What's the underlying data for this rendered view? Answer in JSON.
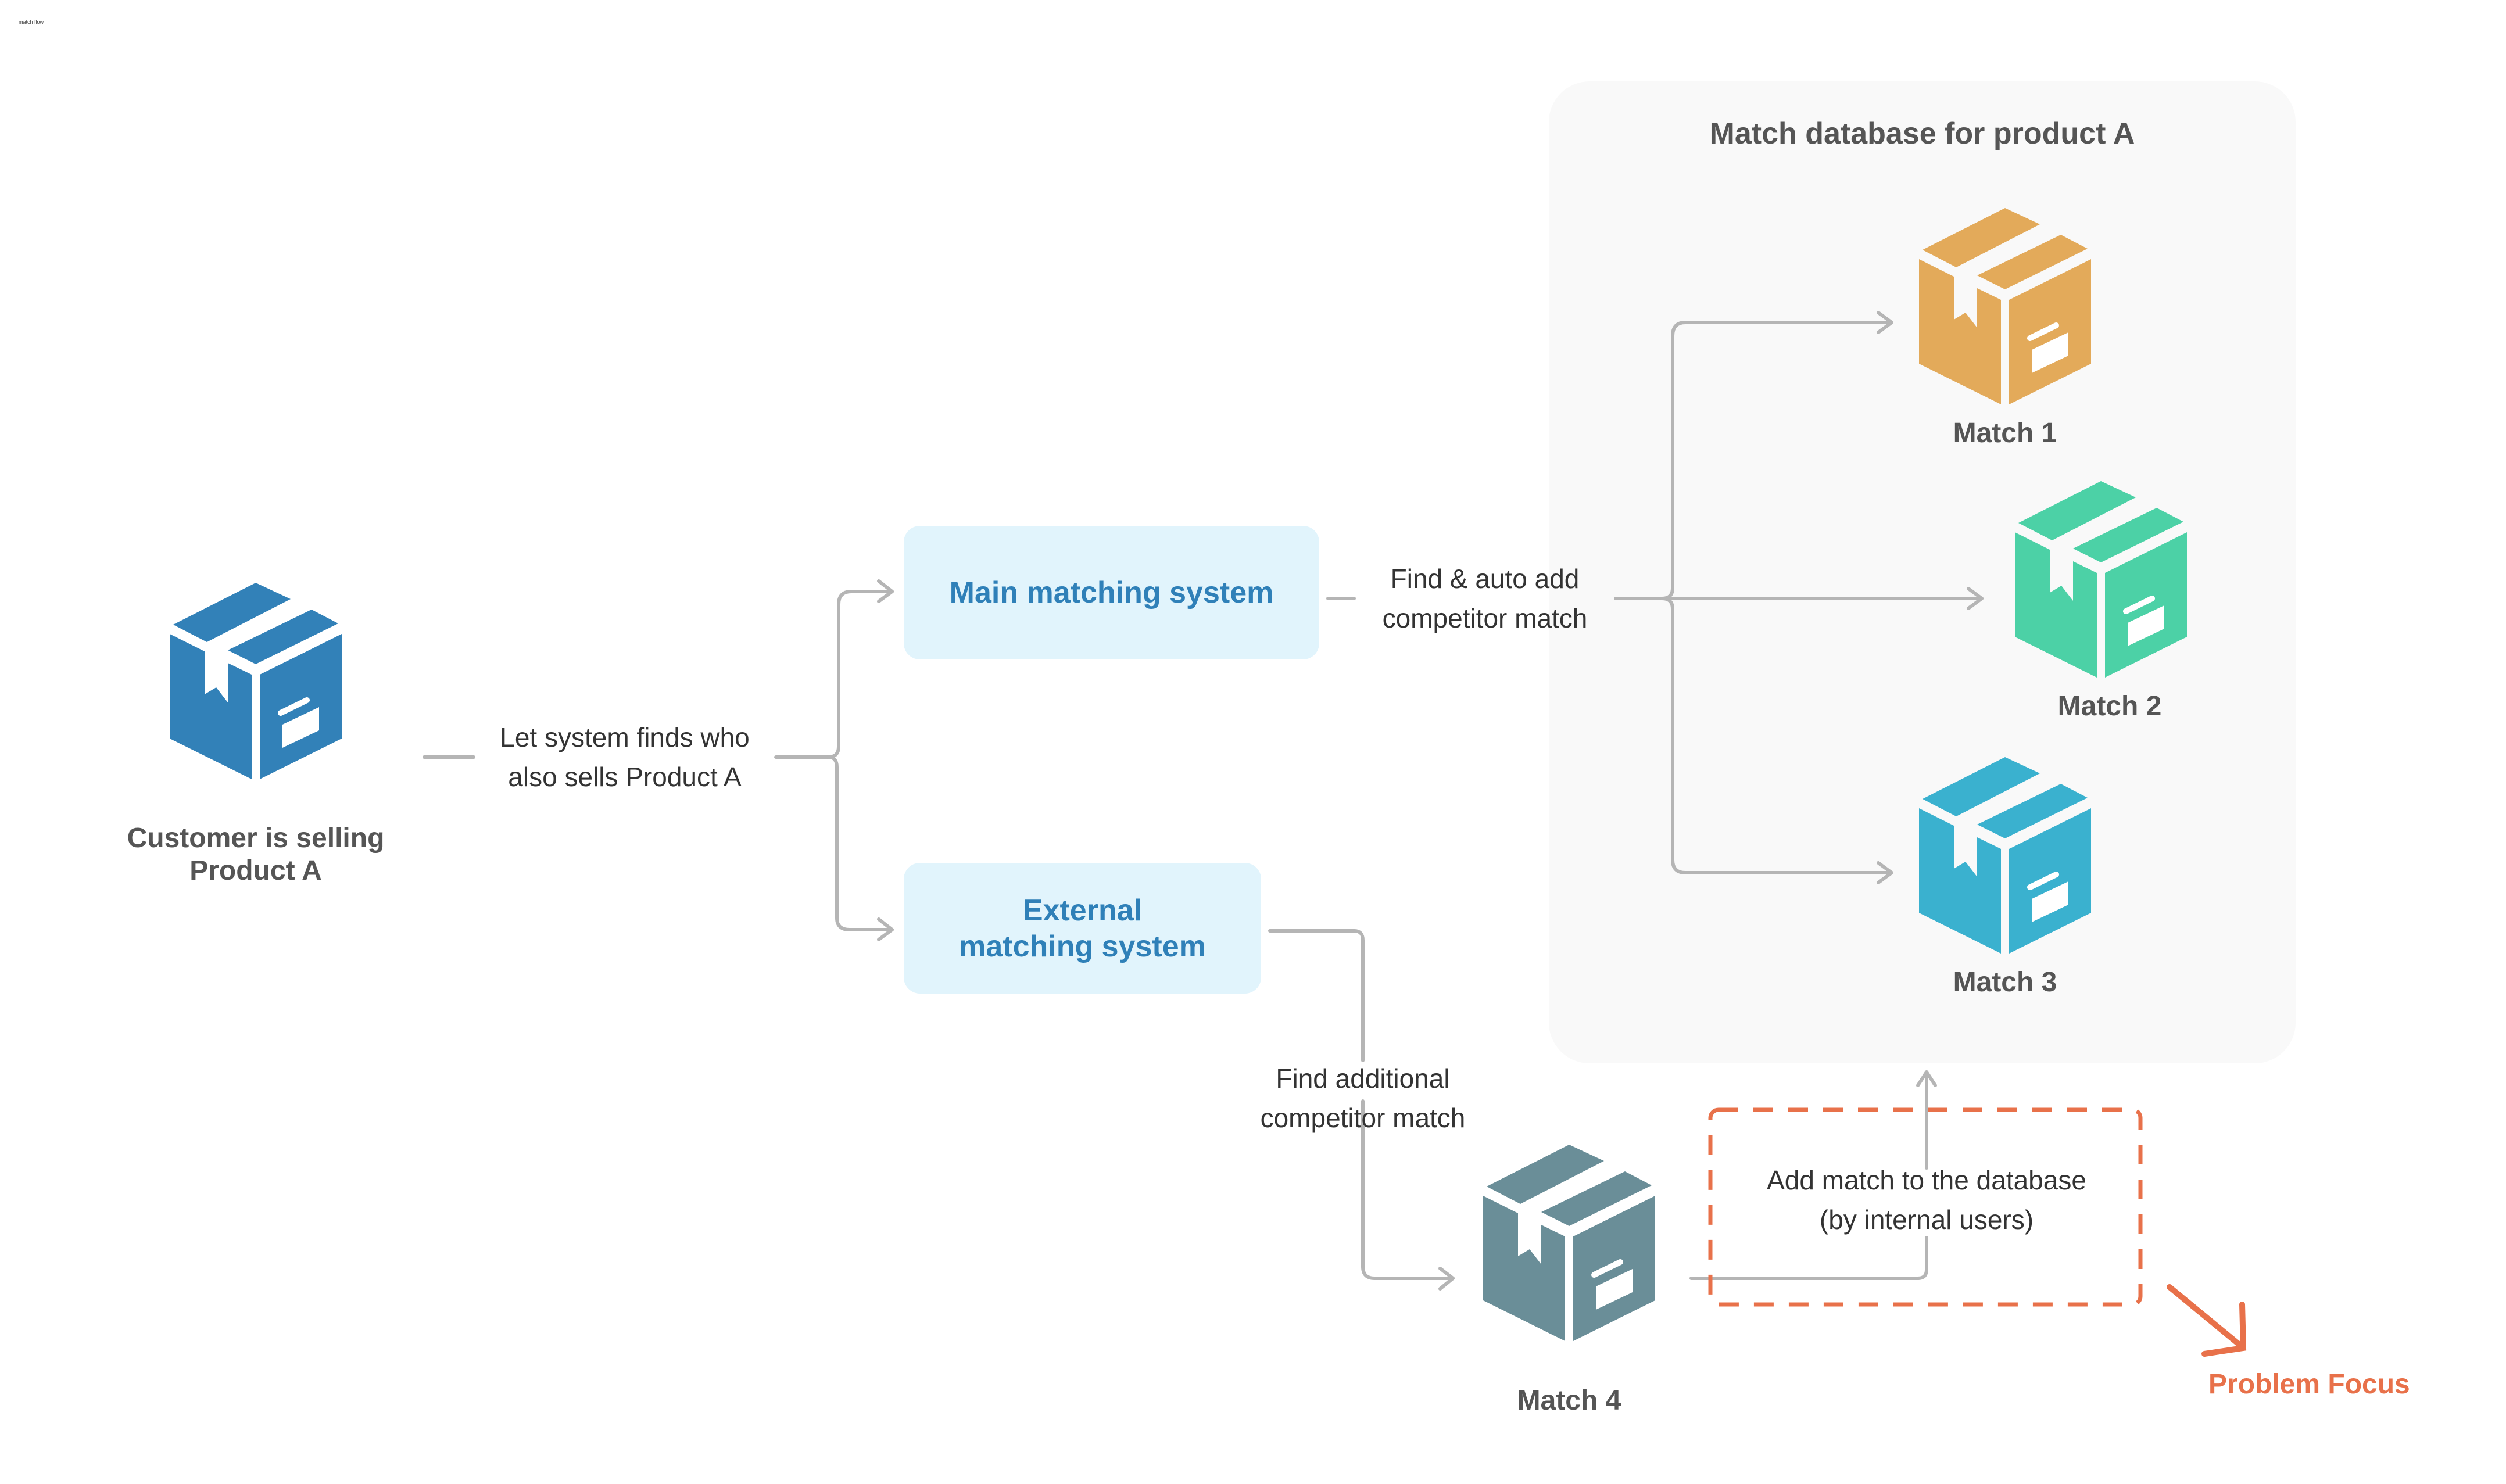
{
  "canvas": {
    "title": "match flow"
  },
  "colors": {
    "customer_box": "#3281b8",
    "match1": "#e3aa5a",
    "match2": "#4cd1a6",
    "match3": "#3ab1cf",
    "match4": "#6a8e98",
    "system_box_bg": "#e1f4fc",
    "system_box_text": "#2f80b8",
    "connector": "#b5b5b5",
    "problem_focus": "#e8714a",
    "panel_bg": "#f9f9f9"
  },
  "nodes": {
    "customer": {
      "icon": "package-box-icon",
      "label_line1": "Customer is selling",
      "label_line2": "Product A"
    },
    "main_system": {
      "label": "Main matching system"
    },
    "external_system": {
      "label_line1": "External",
      "label_line2": "matching system"
    },
    "match1": {
      "icon": "package-box-icon",
      "label": "Match 1"
    },
    "match2": {
      "icon": "package-box-icon",
      "label": "Match 2"
    },
    "match3": {
      "icon": "package-box-icon",
      "label": "Match 3"
    },
    "match4": {
      "icon": "package-box-icon",
      "label": "Match 4"
    }
  },
  "panel": {
    "title": "Match database for product A"
  },
  "edges": {
    "customer_to_systems": {
      "line1": "Let system finds who",
      "line2": "also sells Product A"
    },
    "main_to_matches": {
      "line1": "Find & auto add",
      "line2": "competitor match"
    },
    "external_to_match4": {
      "line1": "Find additional",
      "line2": "competitor match"
    },
    "match4_to_database": {
      "line1": "Add match to the database",
      "line2": "(by internal users)"
    }
  },
  "annotation": {
    "label": "Problem Focus",
    "icon": "arrow-down-right-icon"
  }
}
